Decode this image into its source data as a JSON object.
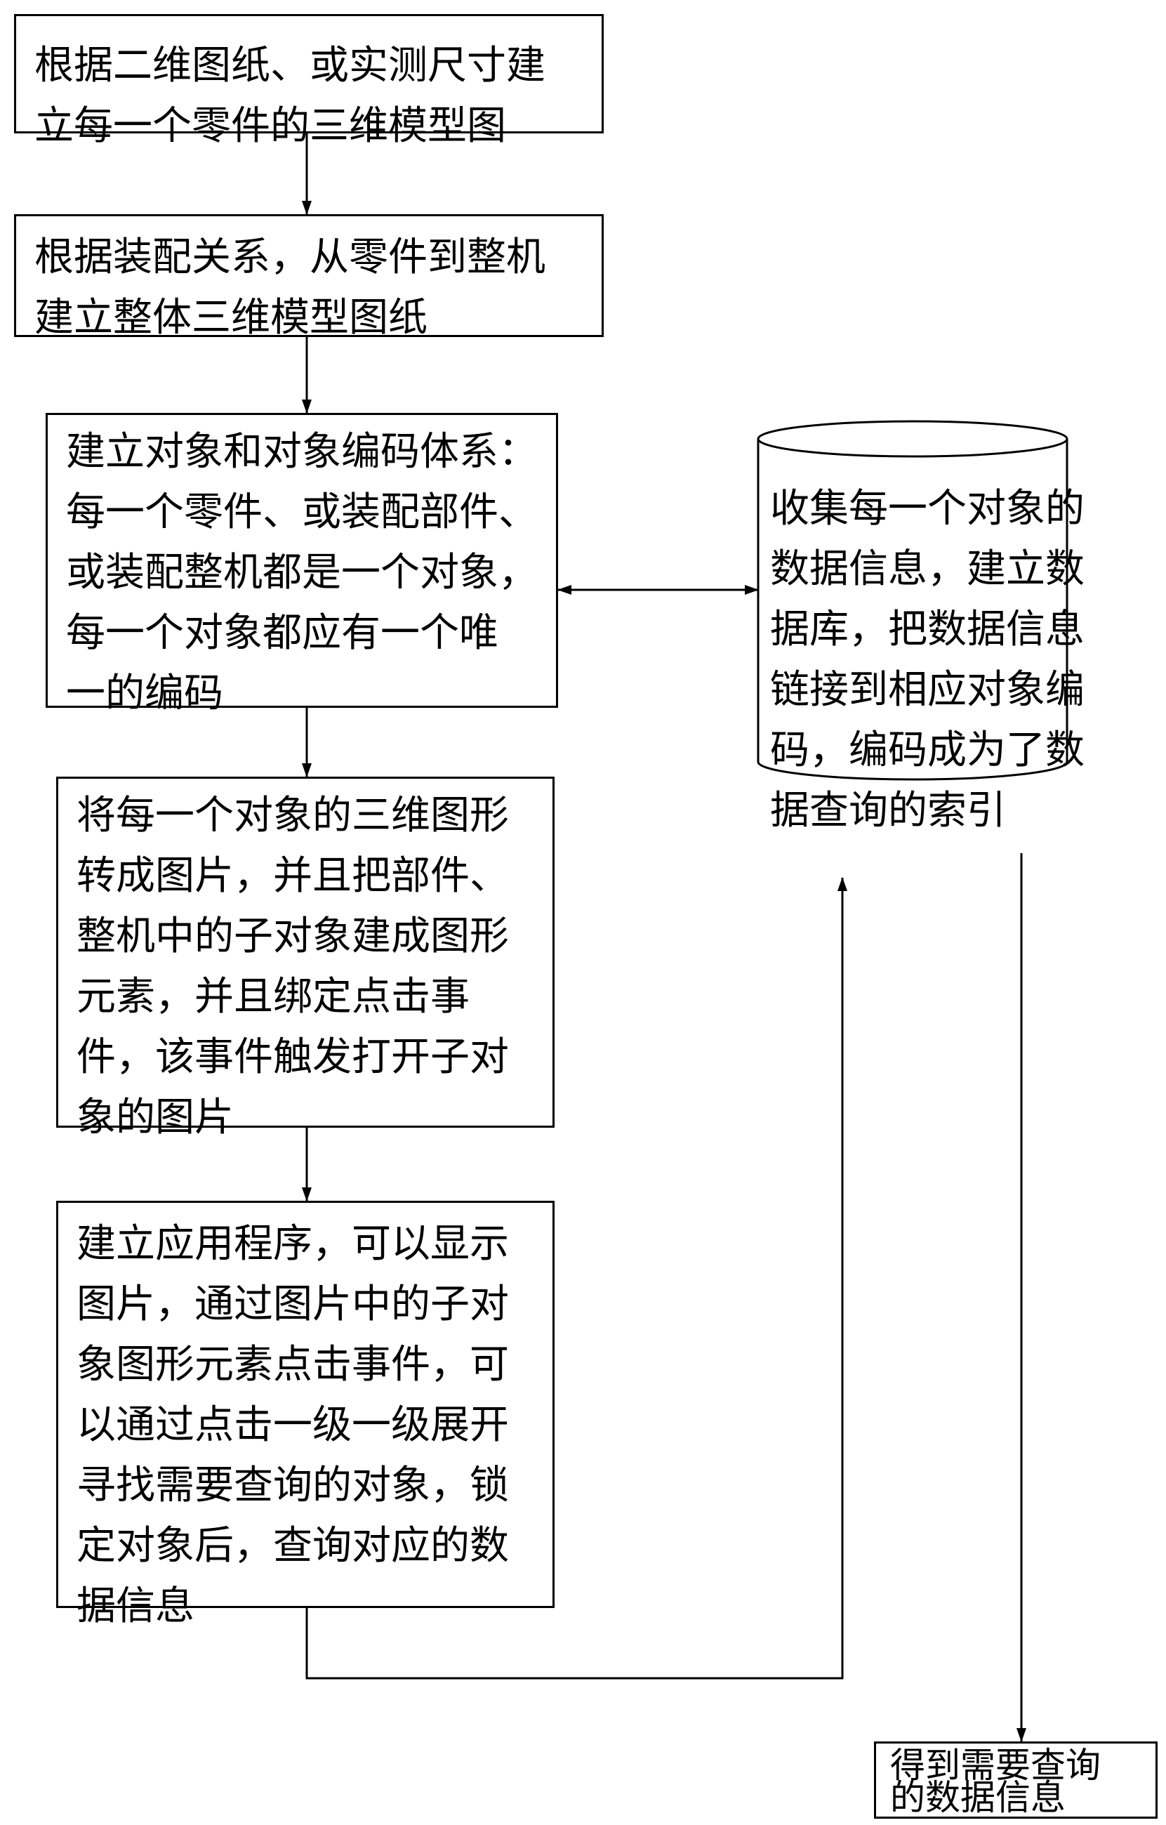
{
  "nodes": {
    "step1": "根据二维图纸、或实测尺寸建\n立每一个零件的三维模型图",
    "step2": "根据装配关系，从零件到整机\n建立整体三维模型图纸",
    "step3": "建立对象和对象编码体系：\n每一个零件、或装配部件、\n或装配整机都是一个对象，\n每一个对象都应有一个唯\n一的编码",
    "step4": "将每一个对象的三维图形\n转成图片，并且把部件、\n整机中的子对象建成图形\n元素，并且绑定点击事\n件，该事件触发打开子对\n象的图片",
    "step5": "建立应用程序，可以显示\n图片，通过图片中的子对\n象图形元素点击事件，可\n以通过点击一级一级展开\n寻找需要查询的对象，锁\n定对象后，查询对应的数\n据信息",
    "database": "收集每一个对象的\n数据信息，建立数\n据库，把数据信息\n链接到相应对象编\n码，编码成为了数\n据查询的索引",
    "result": "得到需要查询\n的数据信息"
  },
  "edges": [
    {
      "from": "step1",
      "to": "step2"
    },
    {
      "from": "step2",
      "to": "step3"
    },
    {
      "from": "step3",
      "to": "database",
      "bidirectional": true
    },
    {
      "from": "step3",
      "to": "step4"
    },
    {
      "from": "step4",
      "to": "step5"
    },
    {
      "from": "step5",
      "to": "database"
    },
    {
      "from": "database",
      "to": "result"
    }
  ],
  "colors": {
    "line": "#000000",
    "background": "#ffffff"
  }
}
